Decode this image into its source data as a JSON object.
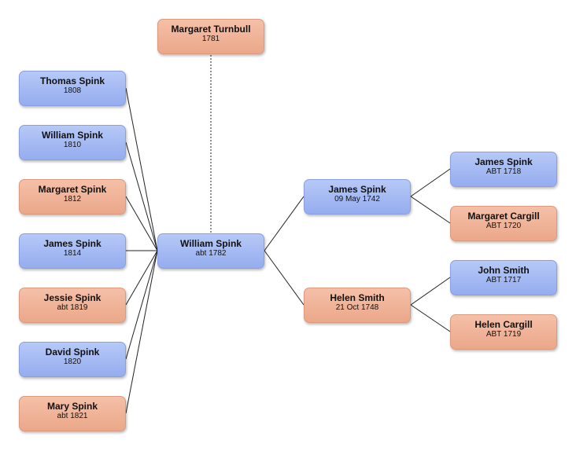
{
  "spouse": {
    "name": "Margaret Turnbull",
    "date": "1781"
  },
  "children": [
    {
      "name": "Thomas Spink",
      "date": "1808"
    },
    {
      "name": "William Spink",
      "date": "1810"
    },
    {
      "name": "Margaret Spink",
      "date": "1812"
    },
    {
      "name": "James Spink",
      "date": "1814"
    },
    {
      "name": "Jessie Spink",
      "date": "abt 1819"
    },
    {
      "name": "David Spink",
      "date": "1820"
    },
    {
      "name": "Mary Spink",
      "date": "abt 1821"
    }
  ],
  "focus": {
    "name": "William Spink",
    "date": "abt 1782"
  },
  "parents": {
    "father": {
      "name": "James Spink",
      "date": "09 May 1742"
    },
    "mother": {
      "name": "Helen Smith",
      "date": "21 Oct 1748"
    }
  },
  "grandparents": {
    "paternal_grandfather": {
      "name": "James Spink",
      "date": "ABT 1718"
    },
    "paternal_grandmother": {
      "name": "Margaret Cargill",
      "date": "ABT 1720"
    },
    "maternal_grandfather": {
      "name": "John Smith",
      "date": "ABT 1717"
    },
    "maternal_grandmother": {
      "name": "Helen Cargill",
      "date": "ABT 1719"
    }
  },
  "colors": {
    "male_box": "#a6bbf3",
    "female_box": "#f0b398",
    "connector": "#222222",
    "spouse_connector": "#555555"
  }
}
